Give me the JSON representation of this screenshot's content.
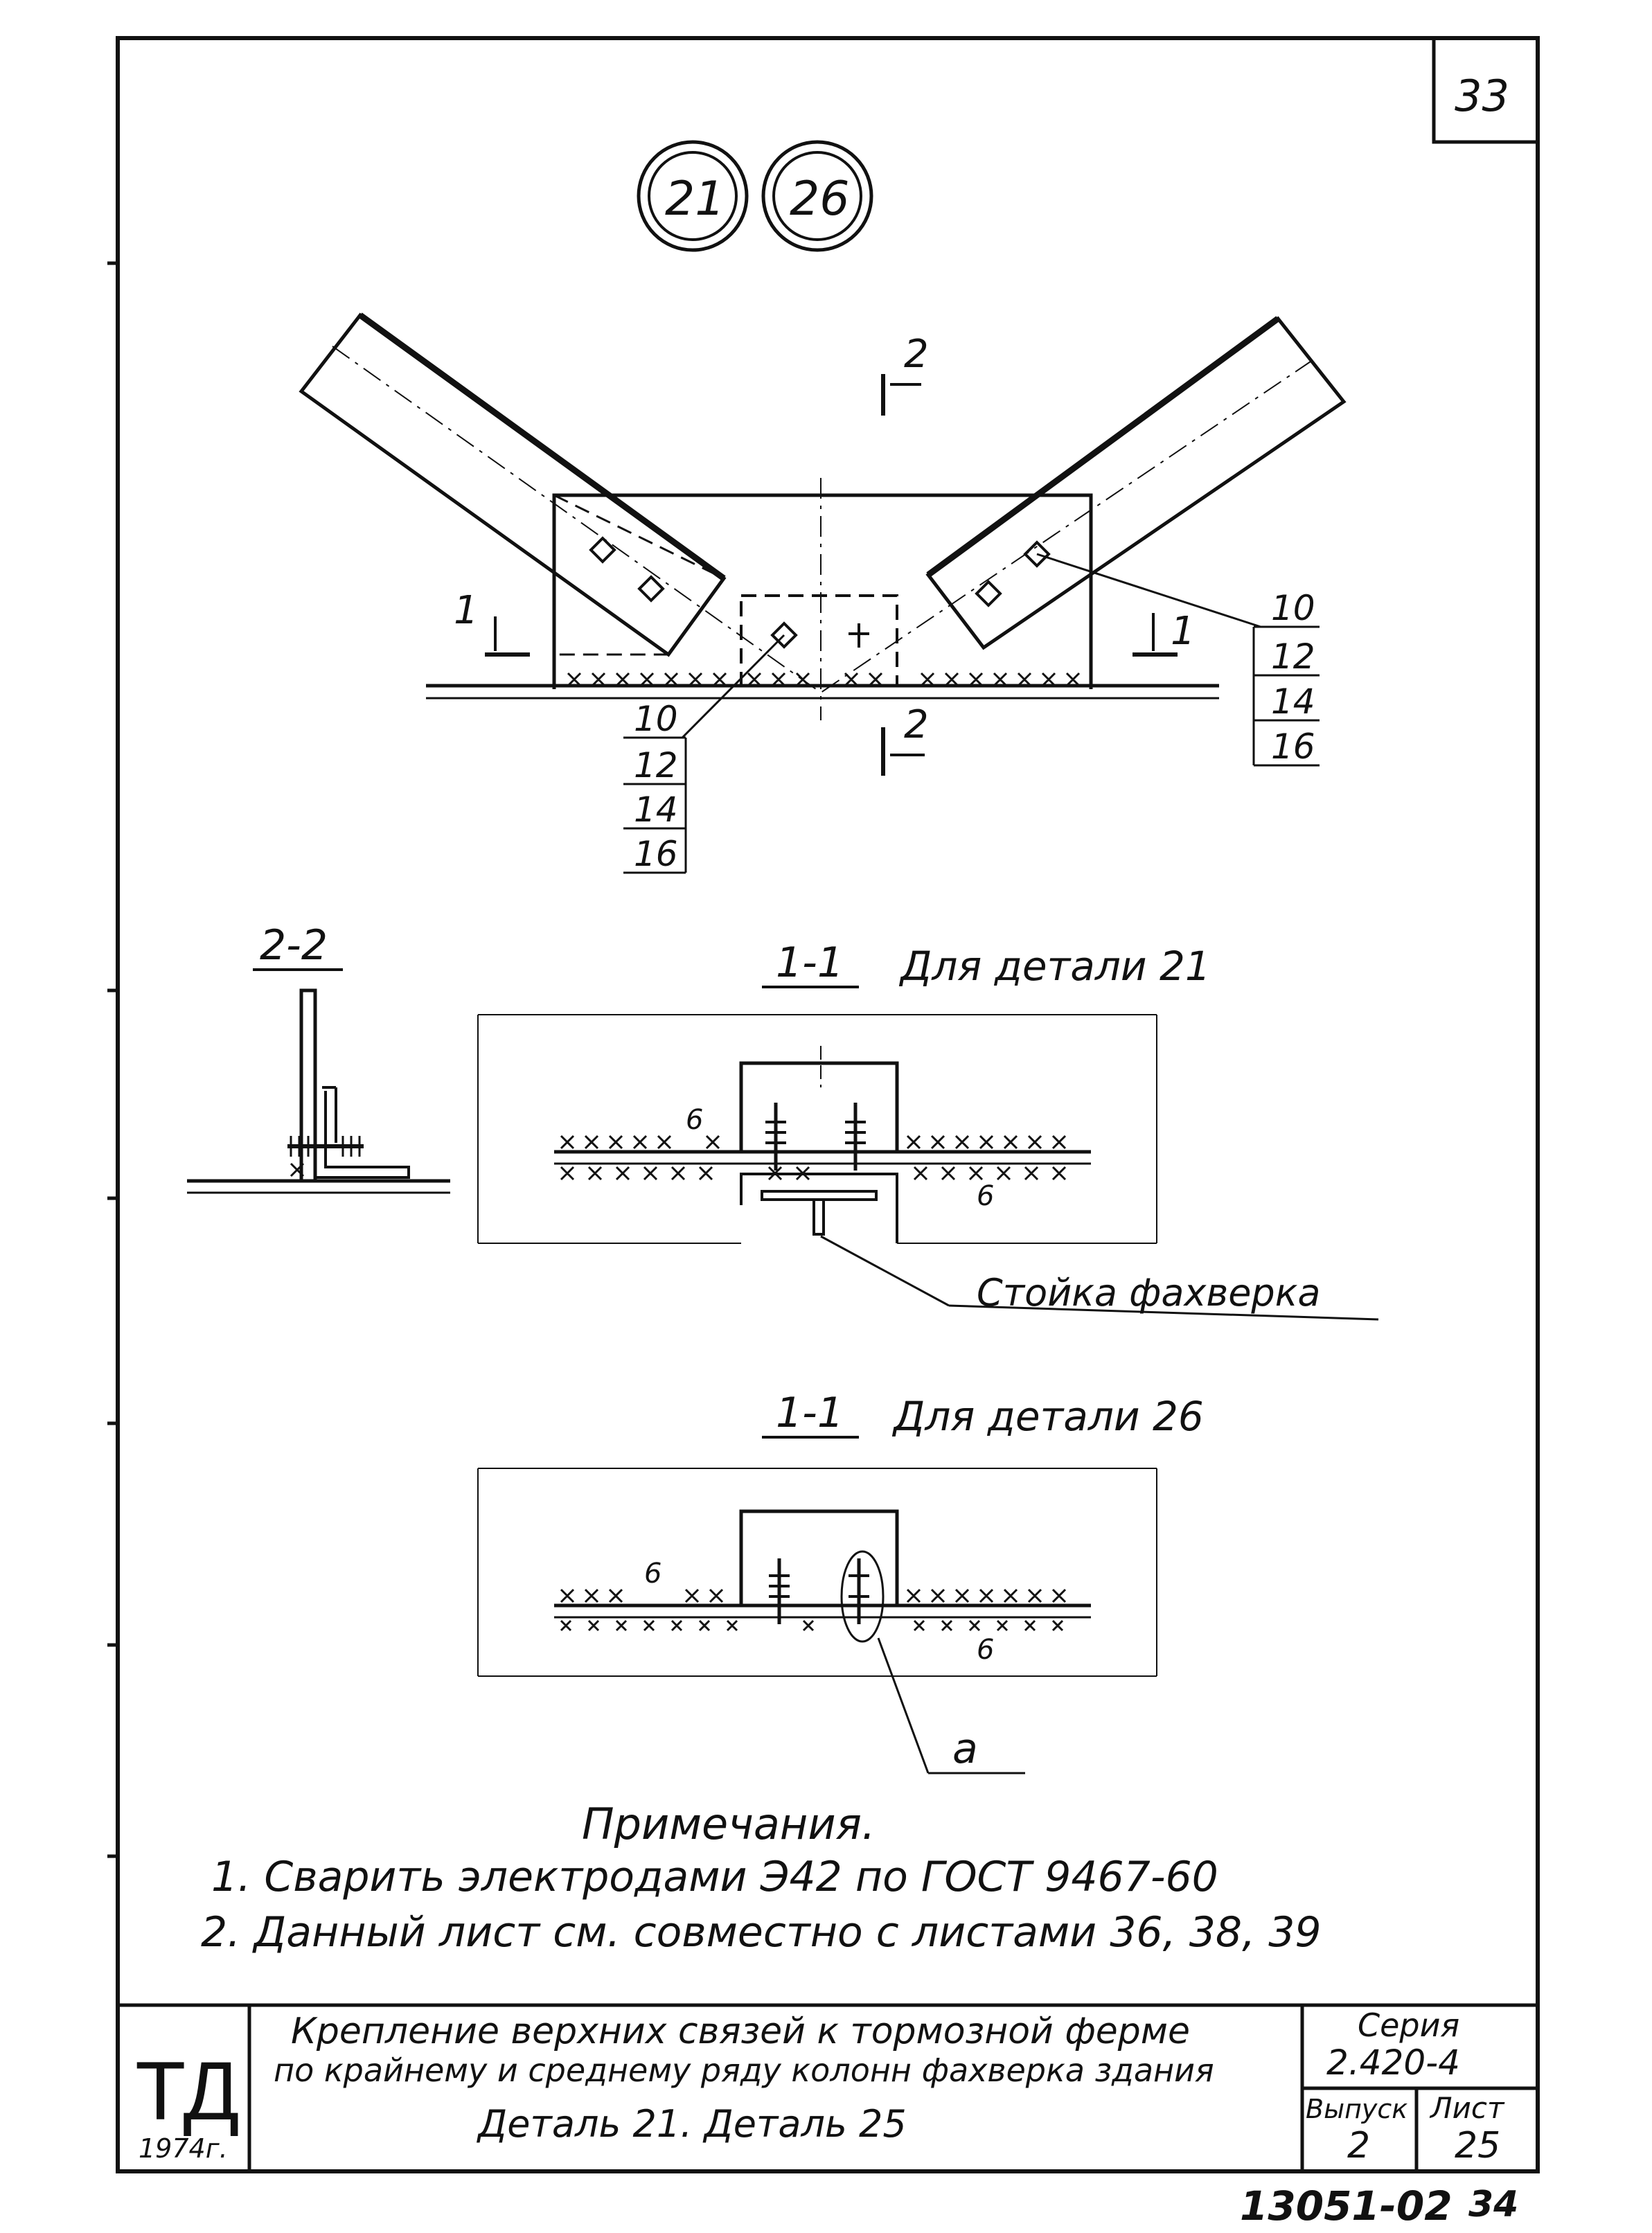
{
  "sheet_number": "33",
  "callouts": [
    "21",
    "26"
  ],
  "section_markers": {
    "two_top": "2",
    "two_bottom": "2",
    "one_left": "1",
    "one_right": "1"
  },
  "plan_labels_left": [
    "10",
    "12",
    "14",
    "16"
  ],
  "plan_labels_right": [
    "10",
    "12",
    "14",
    "16"
  ],
  "section_2_2": {
    "title": "2-2"
  },
  "section_1_1_a": {
    "title": "1-1",
    "caption": "Для детали 21",
    "weld_label_top": "6",
    "weld_label_bottom": "6",
    "leader_label": "Стойка фахверка"
  },
  "section_1_1_b": {
    "title": "1-1",
    "caption": "Для детали 26",
    "weld_label_top": "6",
    "weld_label_bottom": "6",
    "leader_label": "а"
  },
  "notes": {
    "heading": "Примечания.",
    "items": [
      "1. Сварить электродами Э42 по ГОСТ 9467-60",
      "2. Данный лист см. совместно с листами 36, 38, 39"
    ]
  },
  "title_block": {
    "org": "ТД",
    "year": "1974г.",
    "title_line1": "Крепление верхних связей к тормозной ферме",
    "title_line2": "по крайнему и среднему ряду колонн фахверка здания",
    "title_line3": "Деталь 21. Деталь 25",
    "series_label": "Серия",
    "series_value": "2.420-4",
    "issue_label": "Выпуск",
    "issue_value": "2",
    "sheet_label": "Лист",
    "sheet_value": "25"
  },
  "footer_code": "13051-02",
  "footer_page": "34"
}
